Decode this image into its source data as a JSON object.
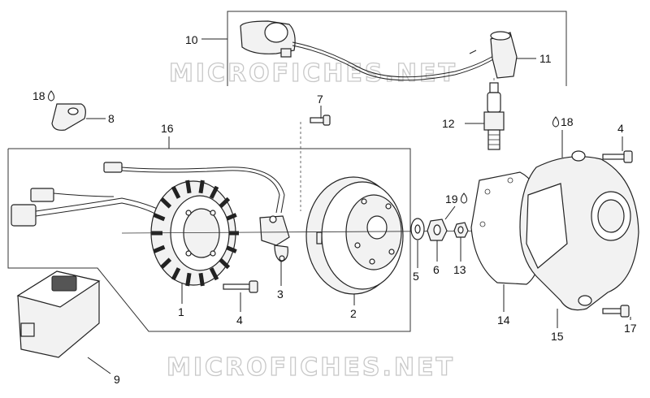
{
  "watermark_text": "MICROFICHES.NET",
  "callouts": {
    "c1": "1",
    "c2": "2",
    "c3": "3",
    "c4a": "4",
    "c4b": "4",
    "c5": "5",
    "c6": "6",
    "c7": "7",
    "c8": "8",
    "c9": "9",
    "c10": "10",
    "c11": "11",
    "c12": "12",
    "c13": "13",
    "c14": "14",
    "c15": "15",
    "c16": "16",
    "c17": "17",
    "c18a": "18",
    "c18b": "18",
    "c19": "19"
  },
  "icons": {
    "grease": "oil-drop-icon"
  }
}
